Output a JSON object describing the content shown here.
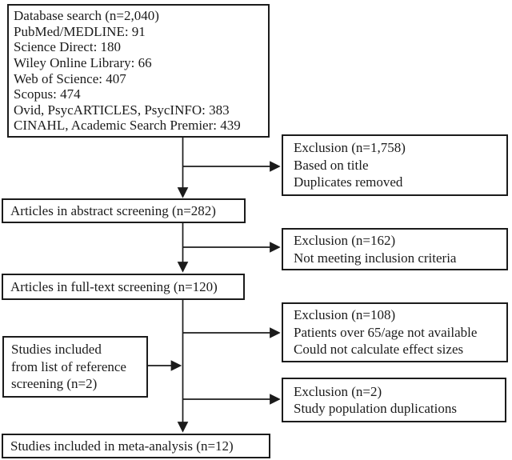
{
  "diagram": {
    "kind": "study-selection-flowchart",
    "colors": {
      "background": "#ffffff",
      "line": "#1b1b1b",
      "text": "#1b1b1b"
    },
    "database_search_box": {
      "lines": [
        "Database search (n=2,040)",
        "PubMed/MEDLINE: 91",
        "Science Direct: 180",
        "Wiley Online Library: 66",
        "Web of Science: 407",
        "Scopus: 474",
        "Ovid, PsycARTICLES, PsycINFO: 383",
        "CINAHL, Academic Search Premier: 439"
      ]
    },
    "exclusion_title_box": {
      "lines": [
        "Exclusion (n=1,758)",
        "Based on title",
        "Duplicates removed"
      ]
    },
    "abstract_screening_box": {
      "label": "Articles in abstract screening (n=282)"
    },
    "exclusion_abstract_box": {
      "lines": [
        "Exclusion (n=162)",
        "Not meeting inclusion criteria"
      ]
    },
    "fulltext_screening_box": {
      "label": "Articles in full-text screening (n=120)"
    },
    "exclusion_fulltext_box": {
      "lines": [
        "Exclusion (n=108)",
        "Patients over 65/age not available",
        "Could not calculate effect sizes"
      ]
    },
    "reference_screening_box": {
      "lines": [
        "Studies included",
        "from list of reference",
        "screening (n=2)"
      ]
    },
    "exclusion_duplication_box": {
      "lines": [
        "Exclusion (n=2)",
        "Study population duplications"
      ]
    },
    "meta_analysis_box": {
      "label": "Studies included in meta-analysis (n=12)"
    }
  }
}
